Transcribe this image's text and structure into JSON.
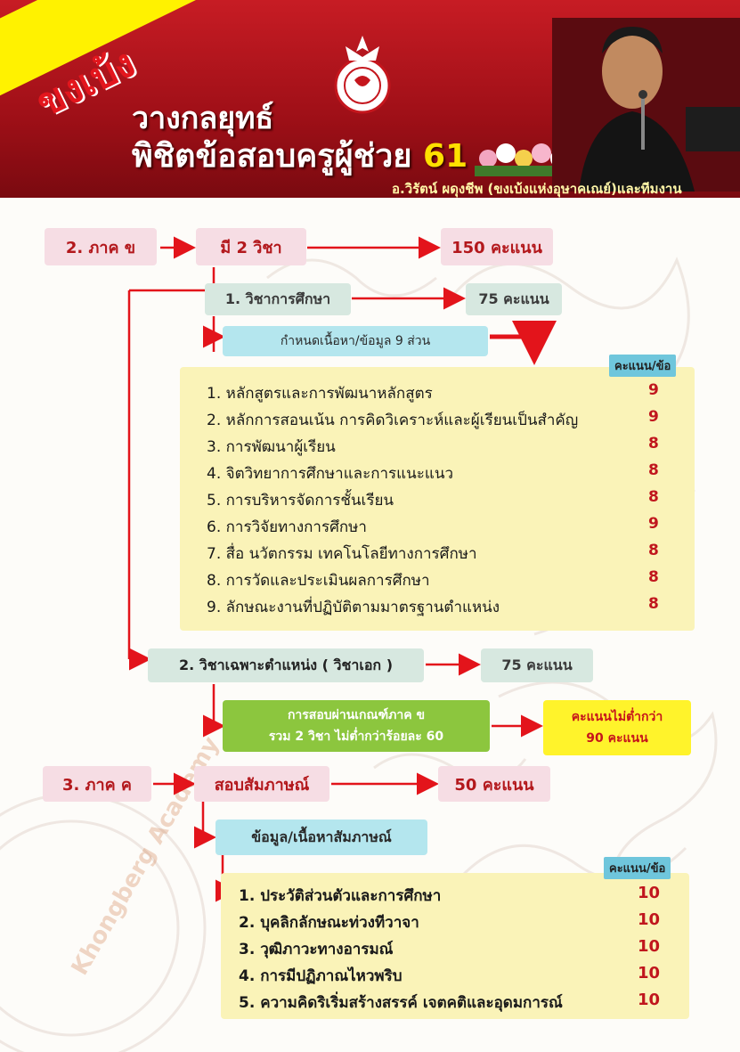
{
  "header": {
    "badge": "ขงเบ้ง",
    "title_line1": "วางกลยุทธ์",
    "title_line2_text": "พิชิตข้อสอบครูผู้ช่วย",
    "title_line2_num": "61",
    "credit": "อ.วิรัตน์  ผดุงชีพ  (ขงเบ้งแห่งอุษาคเณย์)และทีมงาน"
  },
  "part_b": {
    "label": "2. ภาค ข",
    "subjects": "มี 2 วิชา",
    "total": "150 คะแนน",
    "subject1": {
      "label": "1. วิชาการศึกษา",
      "score": "75 คะแนน",
      "content_label": "กำหนดเนื้อหา/ข้อมูล 9 ส่วน",
      "score_header": "คะแนน/ข้อ",
      "items": [
        {
          "text": "1. หลักสูตรและการพัฒนาหลักสูตร",
          "score": "9"
        },
        {
          "text": "2. หลักการสอนเน้น การคิดวิเคราะห์และผู้เรียนเป็นสำคัญ",
          "score": "9"
        },
        {
          "text": "3. การพัฒนาผู้เรียน",
          "score": "8"
        },
        {
          "text": "4. จิตวิทยาการศึกษาและการแนะแนว",
          "score": "8"
        },
        {
          "text": "5. การบริหารจัดการชั้นเรียน",
          "score": "8"
        },
        {
          "text": "6. การวิจัยทางการศึกษา",
          "score": "9"
        },
        {
          "text": "7. สื่อ นวัตกรรม เทคโนโลยีทางการศึกษา",
          "score": "8"
        },
        {
          "text": "8. การวัดและประเมินผลการศึกษา",
          "score": "8"
        },
        {
          "text": "9. ลักษณะงานที่ปฏิบัติตามมาตรฐานตำแหน่ง",
          "score": "8"
        }
      ]
    },
    "subject2": {
      "label": "2. วิชาเฉพาะตำแหน่ง ( วิชาเอก )",
      "score": "75 คะแนน"
    },
    "pass_criteria": {
      "line1": "การสอบผ่านเกณฑ์ภาค ข",
      "line2": "รวม 2 วิชา ไม่ต่ำกว่าร้อยละ 60"
    },
    "min_score": {
      "line1": "คะแนนไม่ต่ำกว่า",
      "line2": "90 คะแนน"
    }
  },
  "part_c": {
    "label": "3. ภาค ค",
    "interview": "สอบสัมภาษณ์",
    "score": "50 คะแนน",
    "content_label": "ข้อมูล/เนื้อหาสัมภาษณ์",
    "score_header": "คะแนน/ข้อ",
    "items": [
      {
        "text": "1. ประวัติส่วนตัวและการศึกษา",
        "score": "10"
      },
      {
        "text": "2. บุคลิกลักษณะท่วงทีวาจา",
        "score": "10"
      },
      {
        "text": "3. วุฒิภาวะทางอารมณ์",
        "score": "10"
      },
      {
        "text": "4. การมีปฏิภาณไหวพริบ",
        "score": "10"
      },
      {
        "text": "5. ความคิดริเริ่มสร้างสรรค์ เจตคติและอุดมการณ์",
        "score": "10"
      }
    ]
  },
  "watermark_text": "Khongberg Academy",
  "colors": {
    "header_red": "#b3161d",
    "badge_yellow": "#fff200",
    "arrow_red": "#e3141b",
    "pink_box": "#f6dde4",
    "teal_box": "#d7e8e0",
    "cyan_box": "#b4e6ee",
    "green_box": "#8cc63e",
    "list_bg": "#faf3b8"
  }
}
